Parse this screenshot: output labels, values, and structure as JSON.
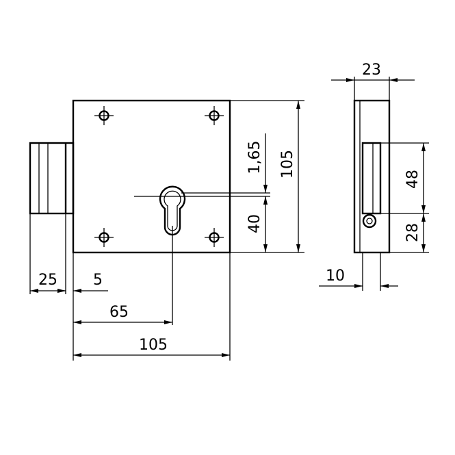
{
  "dimensions": {
    "front_left_offset": "25",
    "front_small_gap": "5",
    "front_key_center": "65",
    "front_width": "105",
    "front_keyhole_offset": "1,65",
    "front_keyhole_height": "40",
    "front_height": "105",
    "side_depth": "23",
    "side_bolt_upper": "48",
    "side_bolt_lower": "28",
    "side_bolt_width": "10"
  },
  "colors": {
    "line": "#000000",
    "background": "#ffffff"
  }
}
